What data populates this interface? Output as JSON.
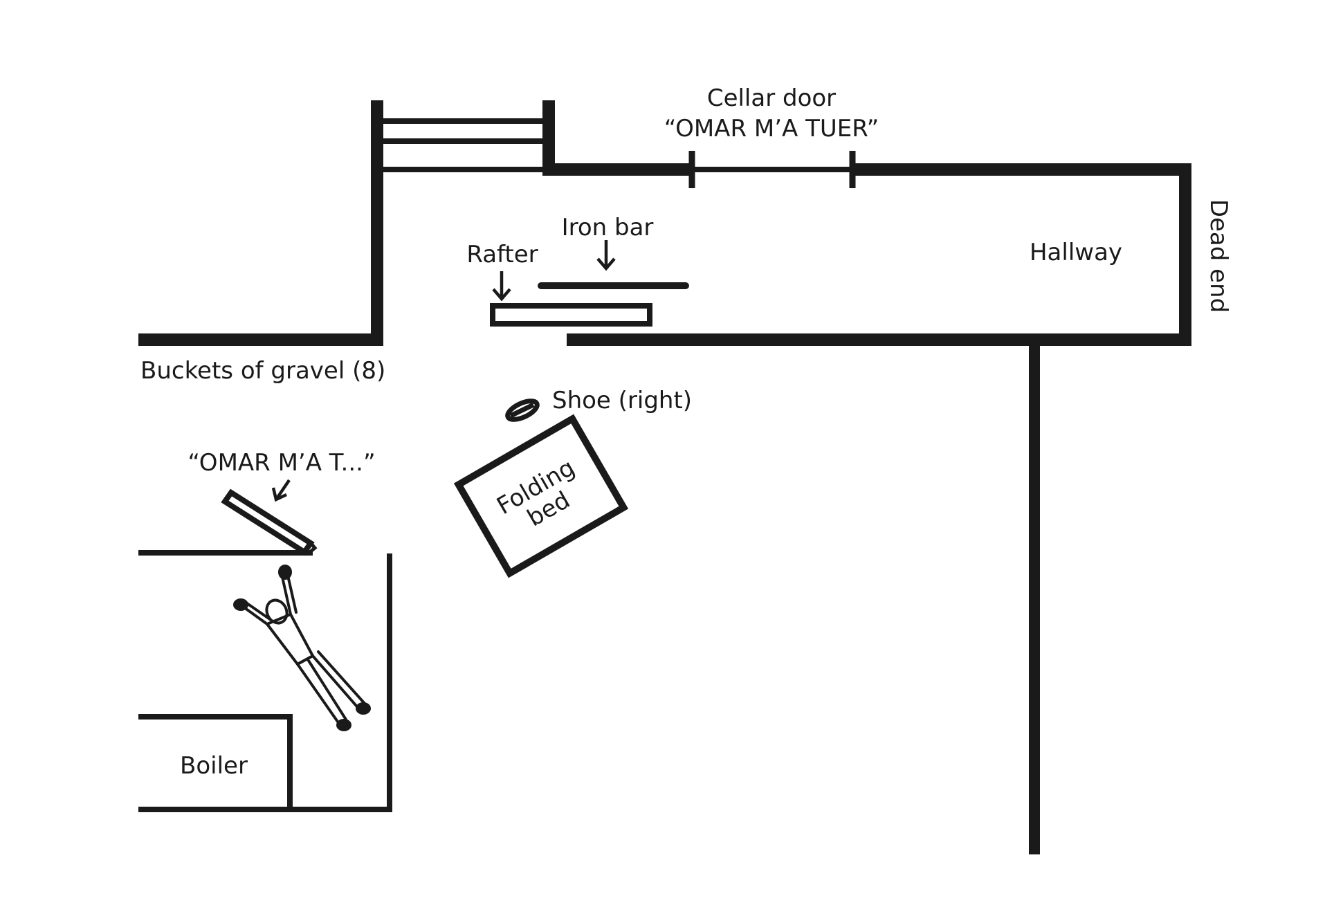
{
  "labels": {
    "cellar_door": "Cellar door",
    "cellar_door_inscription": "“OMAR M’A TUER”",
    "iron_bar": "Iron bar",
    "rafter": "Rafter",
    "hallway": "Hallway",
    "dead_end": "Dead end",
    "buckets": "Buckets of gravel (8)",
    "shoe": "Shoe (right)",
    "folding_bed_line1": "Folding",
    "folding_bed_line2": "bed",
    "partial_inscription": "“OMAR M’A T...”",
    "boiler": "Boiler"
  },
  "colors": {
    "ink": "#1a1a1a",
    "background": "#ffffff"
  }
}
